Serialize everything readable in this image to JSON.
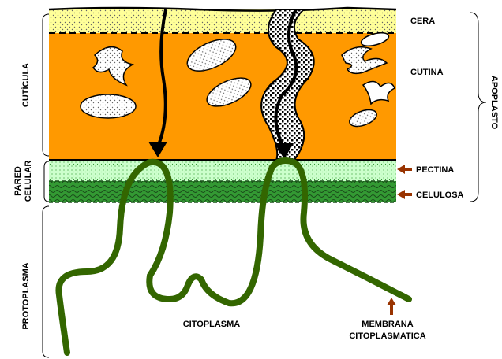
{
  "layers": {
    "cera": "CERA",
    "cutina": "CUTINA",
    "pectina": "PECTINA",
    "celulosa": "CELULOSA"
  },
  "regions": {
    "cuticula": "CUTÍCULA",
    "pared_line1": "PARED",
    "pared_line2": "CELULAR",
    "protoplasma": "PROTOPLASMA",
    "apoplasto": "APOPLASTO"
  },
  "annotations": {
    "citoplasma": "CITOPLASMA",
    "membrana_line1": "MEMBRANA",
    "membrana_line2": "CITOPLASMATICA"
  },
  "colors": {
    "cera": "#ffff99",
    "cutina": "#ff9900",
    "pectina": "#ccffcc",
    "celulosa": "#339933",
    "membrane": "#336600",
    "arrow": "#993300",
    "spots": "#ffffff"
  }
}
